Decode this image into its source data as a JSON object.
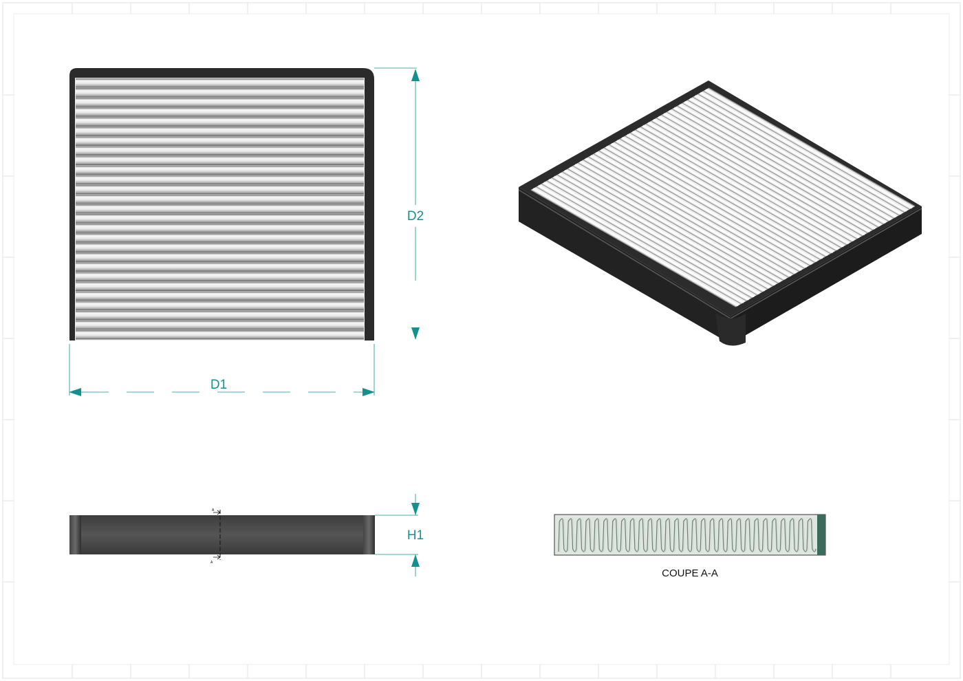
{
  "drawing": {
    "dimensions": {
      "width_label": "D1",
      "depth_label": "D2",
      "height_label": "H1"
    },
    "section": {
      "caption": "COUPE A-A",
      "marker": "A"
    }
  },
  "colors": {
    "dimension": "#14908e",
    "frame_dark": "#2b2b2b",
    "side_face": "#4a4a4a",
    "pleat_light": "#f4f4f4",
    "pleat_shadow": "#8a8a8a",
    "border_grid": "#e4e4e4",
    "section_fill": "#dfe6e0"
  },
  "views": [
    "top-view",
    "isometric-view",
    "side-view",
    "section-view"
  ]
}
